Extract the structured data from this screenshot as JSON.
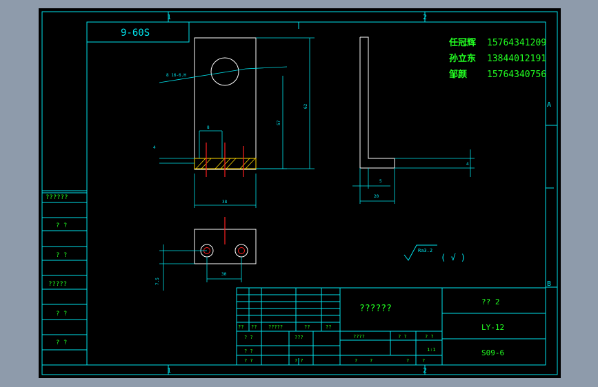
{
  "colors": {
    "background": "#8e9bab",
    "sheet": "#000000",
    "border": "#00e5ee",
    "part_outline": "#ffffff",
    "dimension": "#00e5ee",
    "text_green": "#22ff22",
    "hatch": "#ffd700",
    "center_mark": "#ff2020"
  },
  "zone_markers": {
    "top_1": "1",
    "top_2": "2",
    "bottom_1": "1",
    "bottom_2": "2",
    "right_a": "A",
    "right_b": "B"
  },
  "drawing_number_box": "9-60S",
  "authors": [
    {
      "name": "任冠辉",
      "phone": "15764341209"
    },
    {
      "name": "孙立东",
      "phone": "13844012191"
    },
    {
      "name": "邹颜",
      "phone": "15764340756"
    }
  ],
  "dimensions": {
    "hole_note": "8 16-6.H",
    "small_width": "8",
    "left_height": "4",
    "mid_height": "57",
    "full_height": "62",
    "bottom_width": "38",
    "side_width": "20",
    "side_gap": "5",
    "side_thk": "4",
    "bolt_spacing": "30",
    "bolt_offset": "7.5"
  },
  "surface_finish": {
    "value": "Ra3.2",
    "paren_mark": "( √ )"
  },
  "left_column_labels": [
    "??????",
    "? ?",
    "? ?",
    "?????",
    "? ?",
    "? ?"
  ],
  "title_block": {
    "part_name": "??????",
    "sheet_label": "?? 2",
    "material": "LY-12",
    "drawing_code": "S09-6",
    "row_labels": [
      "??",
      "??",
      "?????",
      "??",
      "??"
    ],
    "designer_rows": [
      {
        "a": "? ?",
        "b": "???"
      },
      {
        "a": "? ?",
        "b": ""
      },
      {
        "a": "? ?",
        "b": "? ?"
      }
    ],
    "scale_headers": [
      "????",
      "? ?",
      "? ?"
    ],
    "scale_value": "1:1",
    "bottom_row": [
      "?",
      "?",
      "?",
      "?"
    ]
  }
}
